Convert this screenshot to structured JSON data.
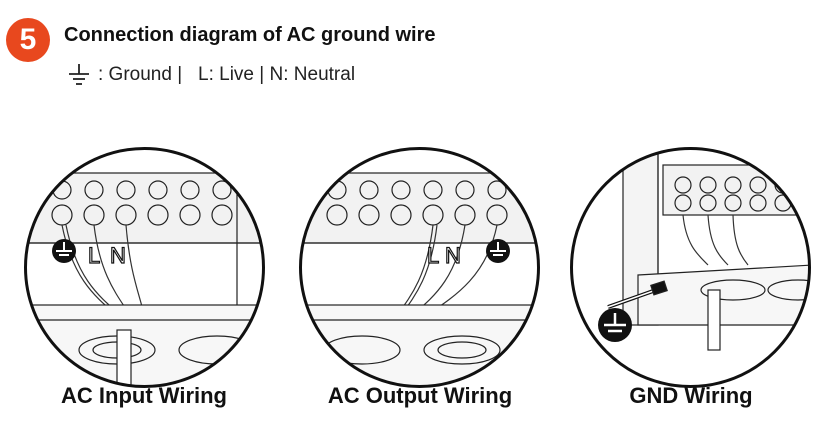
{
  "step": {
    "number": "5",
    "color": "#e8481e"
  },
  "title": "Connection diagram of AC ground wire",
  "legend": {
    "ground_icon": "ground-icon",
    "ground": ": Ground |",
    "live_key": "L",
    "live": ": Live |",
    "neutral_key": "N",
    "neutral": ": Neutral"
  },
  "panels": [
    {
      "caption": "AC Input Wiring",
      "labels": {
        "l": "L",
        "n": "N"
      }
    },
    {
      "caption": "AC Output Wiring",
      "labels": {
        "l": "L",
        "n": "N"
      }
    },
    {
      "caption": "GND Wiring"
    }
  ]
}
